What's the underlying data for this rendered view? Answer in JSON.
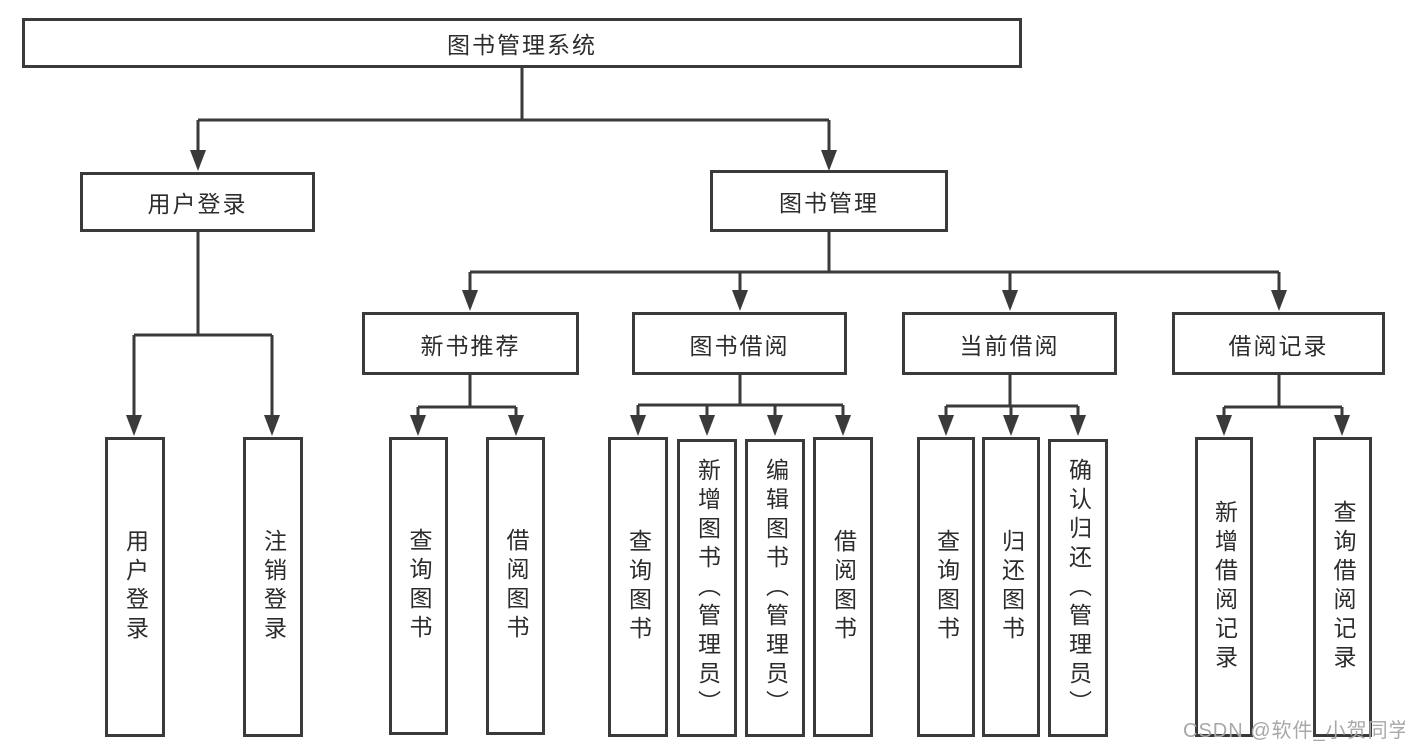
{
  "tree": {
    "root": {
      "label": "图书管理系统"
    },
    "branches": [
      {
        "label": "用户登录",
        "children": [
          {
            "label": "用户登录"
          },
          {
            "label": "注销登录"
          }
        ]
      },
      {
        "label": "图书管理",
        "children": [
          {
            "label": "新书推荐",
            "children": [
              {
                "label": "查询图书"
              },
              {
                "label": "借阅图书"
              }
            ]
          },
          {
            "label": "图书借阅",
            "children": [
              {
                "label": "查询图书"
              },
              {
                "label": "新增图书（管理员）"
              },
              {
                "label": "编辑图书（管理员）"
              },
              {
                "label": "借阅图书"
              }
            ]
          },
          {
            "label": "当前借阅",
            "children": [
              {
                "label": "查询图书"
              },
              {
                "label": "归还图书"
              },
              {
                "label": "确认归还（管理员）"
              }
            ]
          },
          {
            "label": "借阅记录",
            "children": [
              {
                "label": "新增借阅记录"
              },
              {
                "label": "查询借阅记录"
              }
            ]
          }
        ]
      }
    ]
  },
  "watermark": "CSDN @软件_小贺同学",
  "colors": {
    "line": "#3a3a3a",
    "box_border": "#3a3a3a",
    "text": "#2c2c2c",
    "watermark": "#a8a8a8",
    "background": "#ffffff"
  }
}
